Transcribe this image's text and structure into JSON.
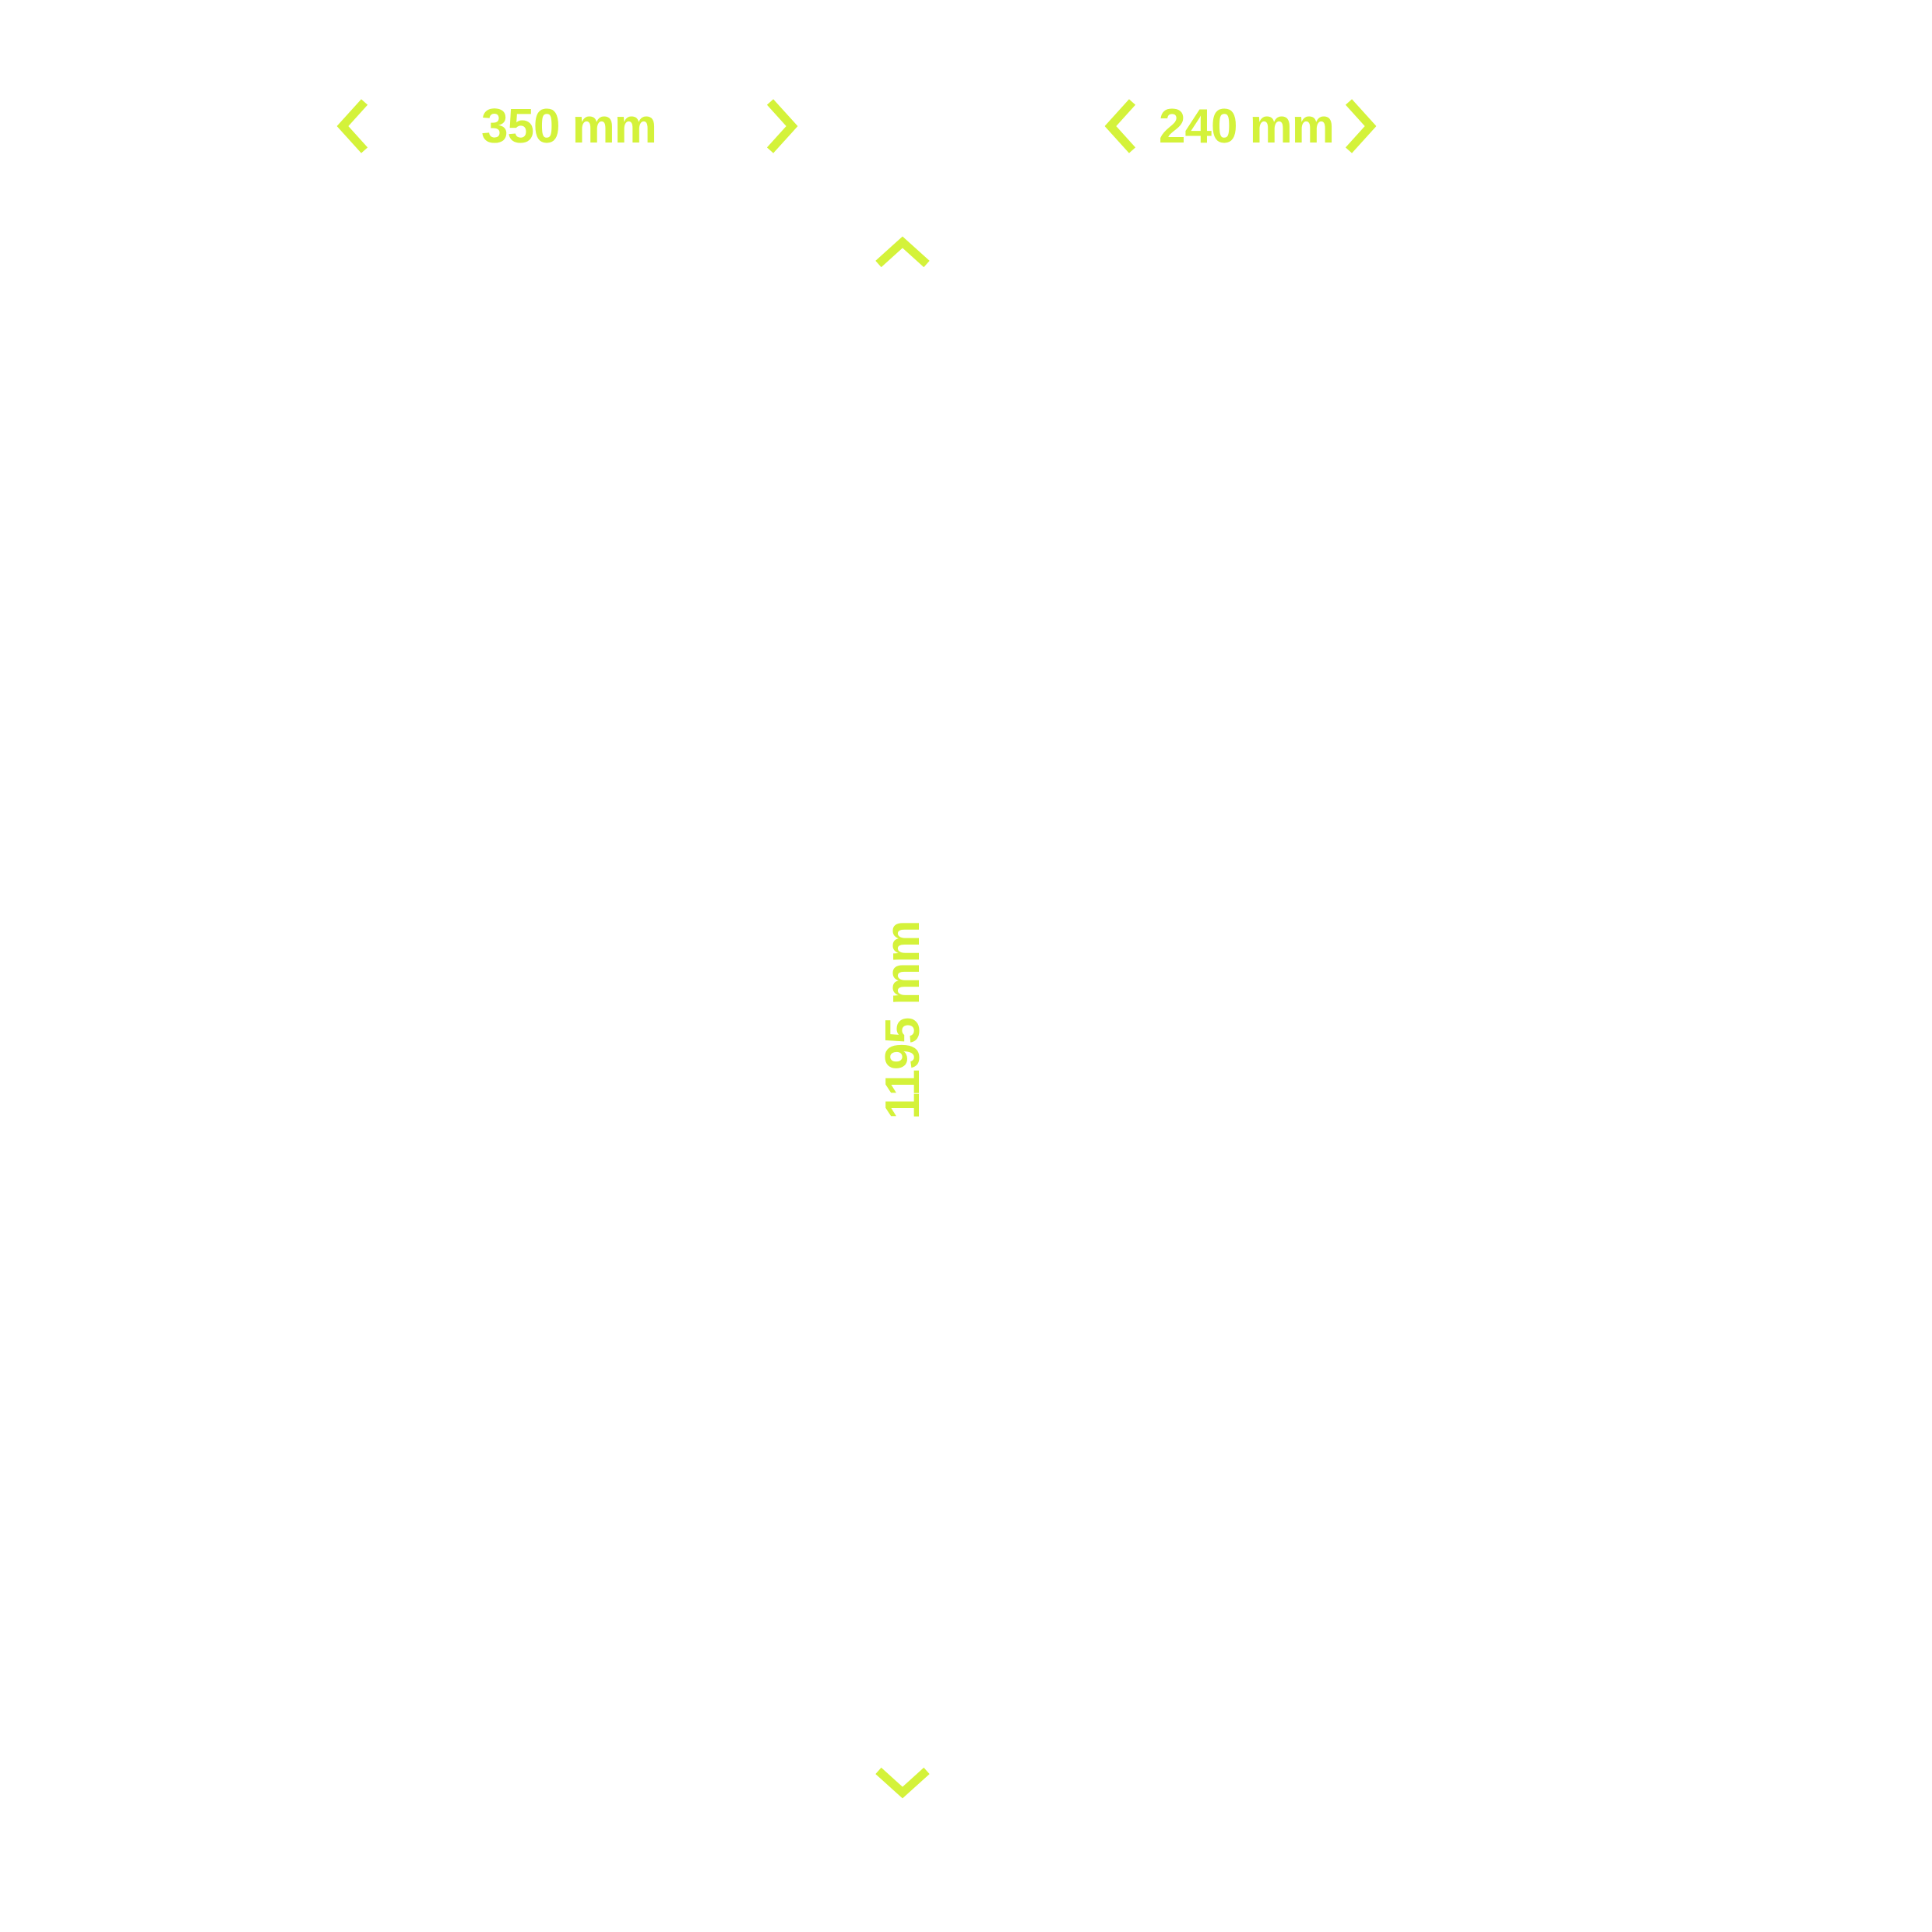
{
  "accent_color": "#d4f23a",
  "dimensions": {
    "width": {
      "label": "350 mm"
    },
    "depth": {
      "label": "240 mm"
    },
    "height": {
      "label": "1195 mm"
    }
  },
  "icons": {
    "width_start": "chevron-left-icon",
    "width_end": "chevron-right-icon",
    "depth_start": "chevron-left-icon",
    "depth_end": "chevron-right-icon",
    "height_start": "chevron-up-icon",
    "height_end": "chevron-down-icon"
  }
}
